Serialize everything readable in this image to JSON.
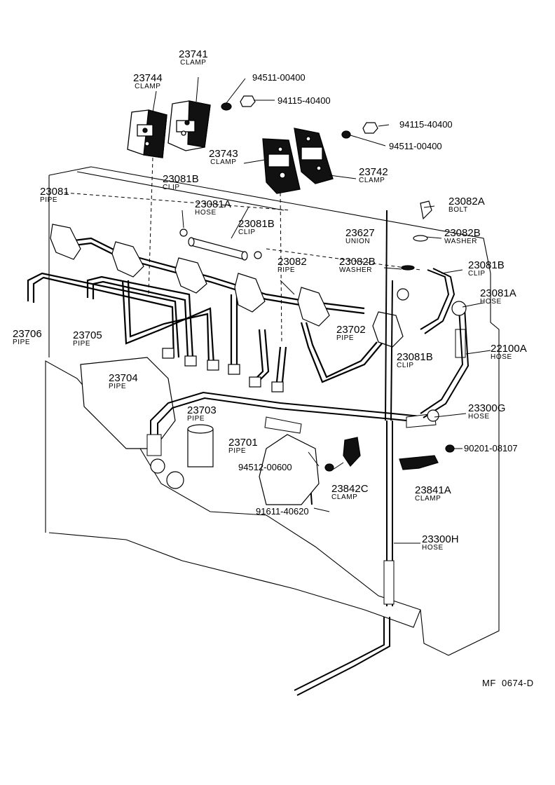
{
  "diagram": {
    "ref_code": "MF  0674-D",
    "parts": [
      {
        "number": "23741",
        "name": "CLAMP"
      },
      {
        "number": "23744",
        "name": "CLAMP"
      },
      {
        "number": "94511-00400",
        "name": ""
      },
      {
        "number": "94115-40400",
        "name": ""
      },
      {
        "number": "94115-40400",
        "name": ""
      },
      {
        "number": "94511-00400",
        "name": ""
      },
      {
        "number": "23743",
        "name": "CLAMP"
      },
      {
        "number": "23742",
        "name": "CLAMP"
      },
      {
        "number": "23081B",
        "name": "CLIP"
      },
      {
        "number": "23081",
        "name": "PIPE"
      },
      {
        "number": "23081A",
        "name": "HOSE"
      },
      {
        "number": "23081B",
        "name": "CLIP"
      },
      {
        "number": "23082A",
        "name": "BOLT"
      },
      {
        "number": "23627",
        "name": "UNION"
      },
      {
        "number": "23082B",
        "name": "WASHER"
      },
      {
        "number": "23082B",
        "name": "WASHER"
      },
      {
        "number": "23082",
        "name": "PIPE"
      },
      {
        "number": "23081B",
        "name": "CLIP"
      },
      {
        "number": "23081A",
        "name": "HOSE"
      },
      {
        "number": "23706",
        "name": "PIPE"
      },
      {
        "number": "23705",
        "name": "PIPE"
      },
      {
        "number": "23702",
        "name": "PIPE"
      },
      {
        "number": "22100A",
        "name": "HOSE"
      },
      {
        "number": "23081B",
        "name": "CLIP"
      },
      {
        "number": "23704",
        "name": "PIPE"
      },
      {
        "number": "23703",
        "name": "PIPE"
      },
      {
        "number": "23300G",
        "name": "HOSE"
      },
      {
        "number": "23701",
        "name": "PIPE"
      },
      {
        "number": "90201-08107",
        "name": ""
      },
      {
        "number": "94512-00600",
        "name": ""
      },
      {
        "number": "23842C",
        "name": "CLAMP"
      },
      {
        "number": "23841A",
        "name": "CLAMP"
      },
      {
        "number": "91611-40620",
        "name": ""
      },
      {
        "number": "23300H",
        "name": "HOSE"
      }
    ]
  }
}
